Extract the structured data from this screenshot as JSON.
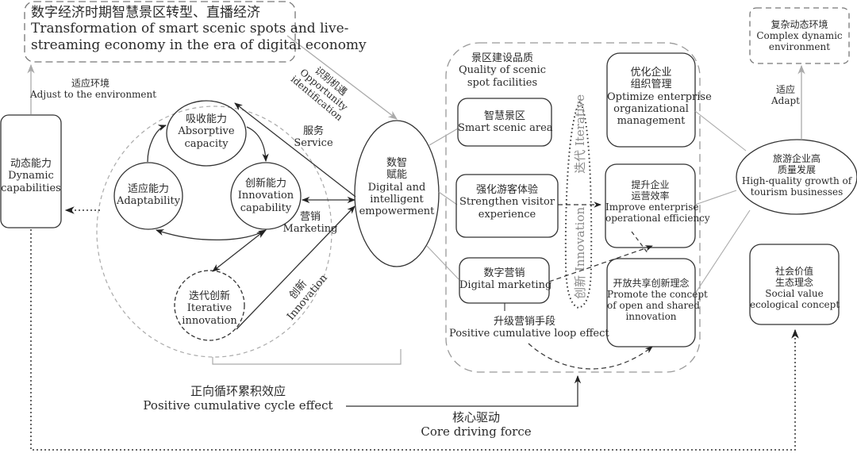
{
  "top_box": {
    "zh": "数字经济时期智慧景区转型、直播经济",
    "en1": "Transformation of smart scenic spots and live-",
    "en2": "streaming economy in the era of digital economy"
  },
  "adjust_env": {
    "zh": "适应环境",
    "en": "Adjust to the environment"
  },
  "dynamic_capabilities": {
    "zh": "动态能力",
    "en1": "Dynamic",
    "en2": "capabilities"
  },
  "absorptive": {
    "zh": "吸收能力",
    "en1": "Absorptive",
    "en2": "capacity"
  },
  "adaptability": {
    "zh": "适应能力",
    "en": "Adaptability"
  },
  "innovation_cap": {
    "zh": "创新能力",
    "en1": "Innovation",
    "en2": "capability"
  },
  "iterative": {
    "zh": "迭代创新",
    "en1": "Iterative",
    "en2": "innovation"
  },
  "service": {
    "zh": "服务",
    "en": "Service"
  },
  "marketing": {
    "zh": "营销",
    "en": "Marketing"
  },
  "innovation_edge": {
    "zh": "创新",
    "en": "Innovation"
  },
  "opportunity": {
    "zh": "识别机遇",
    "en1": "Opportunity",
    "en2": "identification"
  },
  "empowerment": {
    "zh1": "数智",
    "zh2": "赋能",
    "en1": "Digital and",
    "en2": "intelligent",
    "en3": "empowerment"
  },
  "quality": {
    "zh": "景区建设品质",
    "en1": "Quality of scenic",
    "en2": "spot facilities"
  },
  "smart_area": {
    "zh": "智慧景区",
    "en": "Smart scenic area"
  },
  "visitor": {
    "zh": "强化游客体验",
    "en1": "Strengthen visitor",
    "en2": "experience"
  },
  "digital_marketing": {
    "zh": "数字营销",
    "en": "Digital marketing"
  },
  "upgrade_marketing": {
    "zh": "升级营销手段",
    "en": "Positive cumulative loop effect"
  },
  "iter_loop": {
    "top": "迭代 Iterative",
    "bottom": "创新 Innovation"
  },
  "optimize": {
    "zh1": "优化企业",
    "zh2": "组织管理",
    "en1": "Optimize enterprise",
    "en2": "organizational",
    "en3": "management"
  },
  "improve": {
    "zh1": "提升企业",
    "zh2": "运营效率",
    "en1": "Improve enterprise",
    "en2": "operational efficiency"
  },
  "open_shared": {
    "zh": "开放共享创新理念",
    "en1": "Promote the concept",
    "en2": "of open and shared",
    "en3": "innovation"
  },
  "complex_env": {
    "zh": "复杂动态环境",
    "en1": "Complex dynamic",
    "en2": "environment"
  },
  "adapt": {
    "zh": "适应",
    "en": "Adapt"
  },
  "high_quality": {
    "zh1": "旅游企业高",
    "zh2": "质量发展",
    "en1": "High-quality growth of",
    "en2": "tourism businesses"
  },
  "social": {
    "zh1": "社会价值",
    "zh2": "生态理念",
    "en1": "Social value",
    "en2": "ecological concept"
  },
  "positive_cycle": {
    "zh": "正向循环累积效应",
    "en": "Positive cumulative cycle effect"
  },
  "core_drive": {
    "zh": "核心驱动",
    "en": "Core driving force"
  }
}
